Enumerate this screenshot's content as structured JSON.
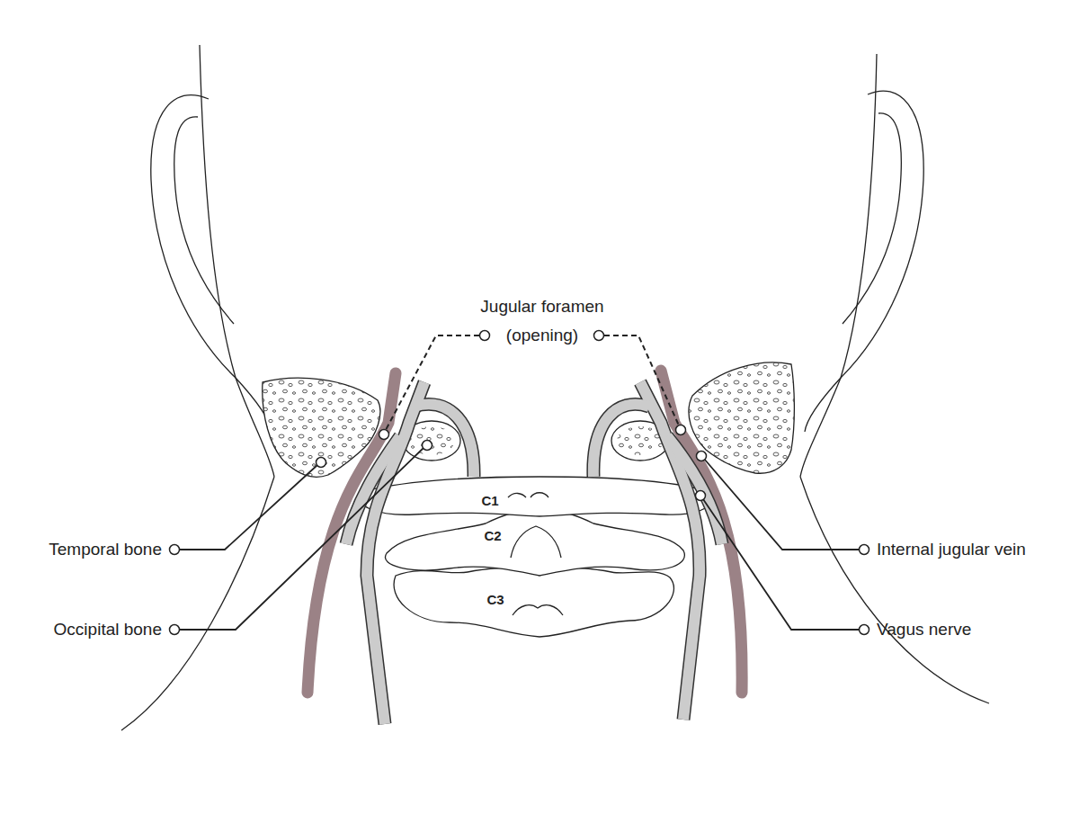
{
  "diagram": {
    "labels": [
      "Jugular foramen (opening)",
      "Temporal bone",
      "Occipital bone",
      "Internal jugular vein",
      "Vagus nerve",
      "C1",
      "C2",
      "C3"
    ]
  }
}
